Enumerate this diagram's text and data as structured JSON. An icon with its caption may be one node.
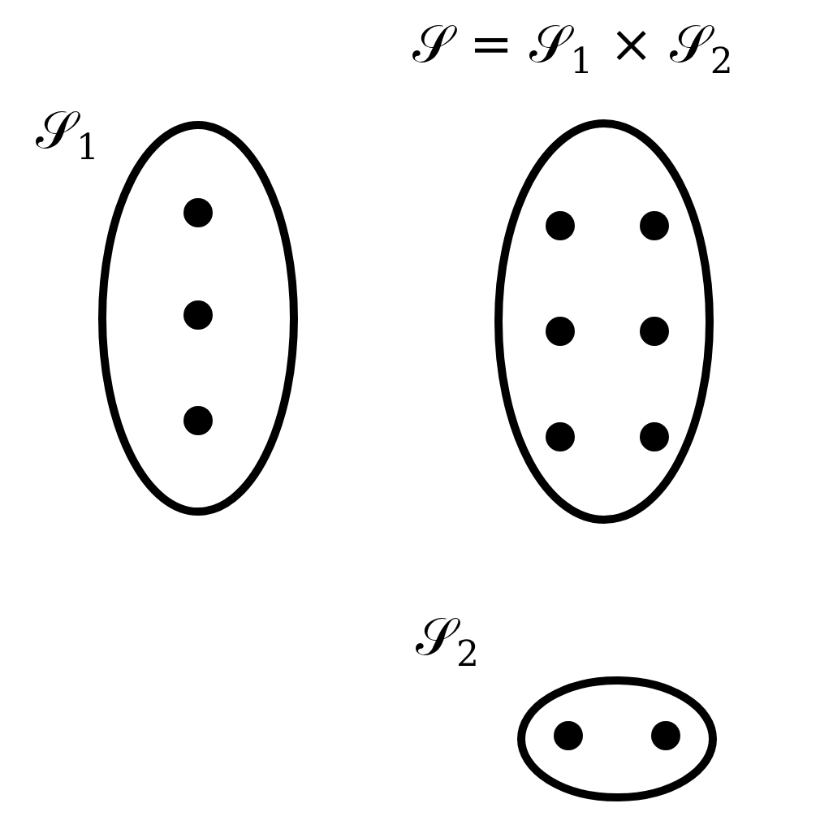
{
  "diagram": {
    "nodes": [
      {
        "text": [
          "𝒮$_{1}$"
        ]
      },
      {
        "text": [
          "𝒮 = 𝒮$_{1}$ × 𝒮$_{2}$"
        ]
      },
      {
        "text": [
          "𝒮$_{2}$"
        ]
      }
    ]
  }
}
